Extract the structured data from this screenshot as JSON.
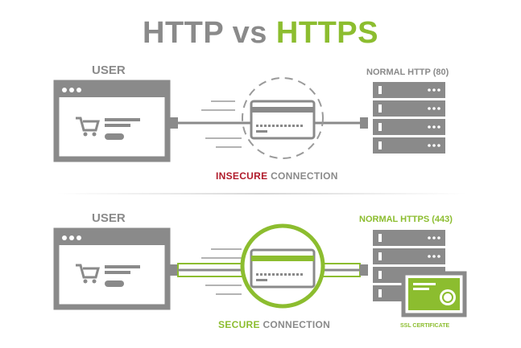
{
  "title": {
    "part1": "HTTP vs",
    "part2": "HTTPS"
  },
  "top": {
    "user_label": "USER",
    "server_label": "NORMAL HTTP (80)",
    "connection": {
      "highlight": "INSECURE",
      "rest": "CONNECTION"
    }
  },
  "bottom": {
    "user_label": "USER",
    "server_label": "NORMAL HTTPS (443)",
    "connection": {
      "highlight": "SECURE",
      "rest": "CONNECTION"
    },
    "certificate_label": "SSL CERTIFICATE"
  },
  "colors": {
    "gray": "#8a8a8a",
    "green": "#8cbd2f",
    "red": "#b01b2b",
    "dark_gray": "#7a7a7a"
  }
}
